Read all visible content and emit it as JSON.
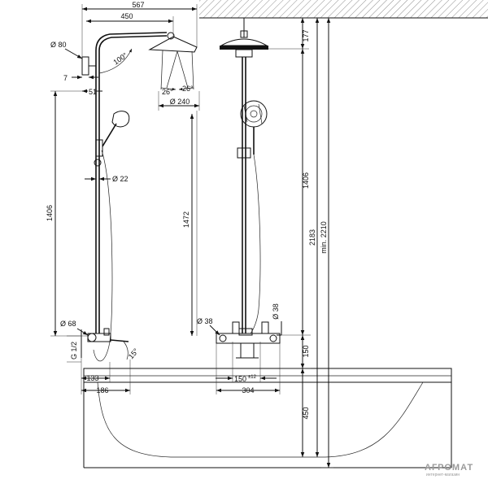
{
  "drawing": {
    "dimensions": {
      "width_total": "567",
      "width_arm": "450",
      "wall_mount_diameter": "Ø 80",
      "wall_gap": "7",
      "wall_offset": "51",
      "arm_angle": "100°",
      "spray_angle_left": "26°",
      "spray_angle_right": "26°",
      "head_diameter": "Ø 240",
      "pipe_diameter": "Ø 22",
      "height_left": "1406",
      "height_arm": "1472",
      "valve_diameter": "Ø 68",
      "thread": "G 1/2",
      "spout_angle": "15°",
      "spout_reach": "133",
      "mixer_depth": "186",
      "valve_diameter_front": "Ø 38",
      "pipe_diameter_front": "Ø 38",
      "inlet_spacing": "150",
      "inlet_tolerance": "±12",
      "mixer_width": "304",
      "head_height": "177",
      "height_right": "1406",
      "total_height": "2183",
      "min_height": "min. 2210",
      "mixer_height": "150",
      "tub_height": "450"
    },
    "watermark": {
      "brand": "АГРОМАТ",
      "tagline": "интернет-магазин"
    }
  }
}
